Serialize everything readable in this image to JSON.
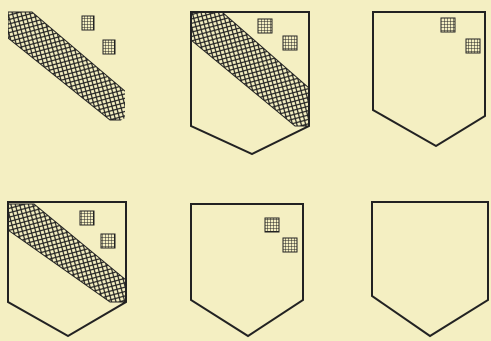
{
  "colors": {
    "background": "#f4efc2",
    "ink": "#222222"
  },
  "shields": [
    {
      "id": "shield-1",
      "outline": "partial-left-top",
      "bend": true,
      "checks": 2
    },
    {
      "id": "shield-2",
      "outline": "full",
      "bend": true,
      "checks": 2
    },
    {
      "id": "shield-3",
      "outline": "full",
      "bend": false,
      "checks": 2
    },
    {
      "id": "shield-4",
      "outline": "full",
      "bend": true,
      "checks": 2
    },
    {
      "id": "shield-5",
      "outline": "full",
      "bend": false,
      "checks": 2
    },
    {
      "id": "shield-6",
      "outline": "full",
      "bend": false,
      "checks": 0
    }
  ]
}
